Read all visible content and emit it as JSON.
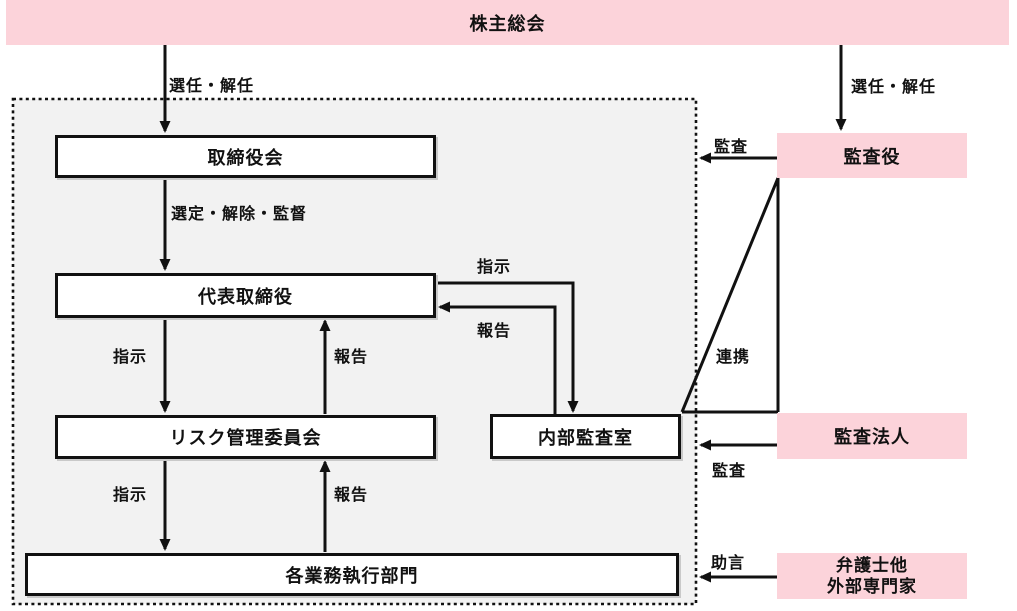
{
  "colors": {
    "pink": "#fcd3da",
    "panel_gray": "#f2f2f2",
    "line": "#111111"
  },
  "nodes": {
    "shareholders": "株主総会",
    "board": "取締役会",
    "representative": "代表取締役",
    "risk_committee": "リスク管理委員会",
    "internal_audit": "内部監査室",
    "exec_departments": "各業務執行部門",
    "auditor": "監査役",
    "audit_firm": "監査法人",
    "experts_line1": "弁護士他",
    "experts_line2": "外部専門家"
  },
  "edges": {
    "appoint_left": "選任・解任",
    "appoint_right": "選任・解任",
    "select_dismiss_supervise": "選定・解除・監督",
    "instruct_mid": "指示",
    "report_mid": "報告",
    "instruct_lower": "指示",
    "report_lower": "報告",
    "instruct_right": "指示",
    "report_right": "報告",
    "audit_top": "監査",
    "audit_bottom": "監査",
    "cooperation": "連携",
    "advice": "助言"
  }
}
